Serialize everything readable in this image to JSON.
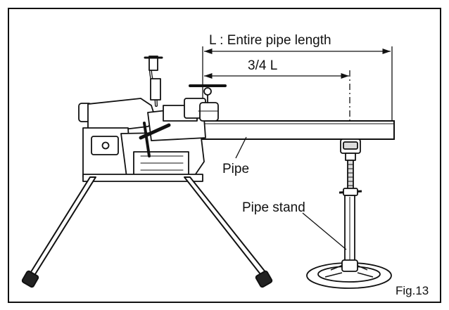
{
  "labels": {
    "entire_length": "L : Entire pipe length",
    "three_quarter": "3/4 L",
    "pipe": "Pipe",
    "pipe_stand": "Pipe stand",
    "figure": "Fig.13"
  },
  "colors": {
    "line": "#111111",
    "shade": "#cfcfcf",
    "background": "#ffffff"
  }
}
